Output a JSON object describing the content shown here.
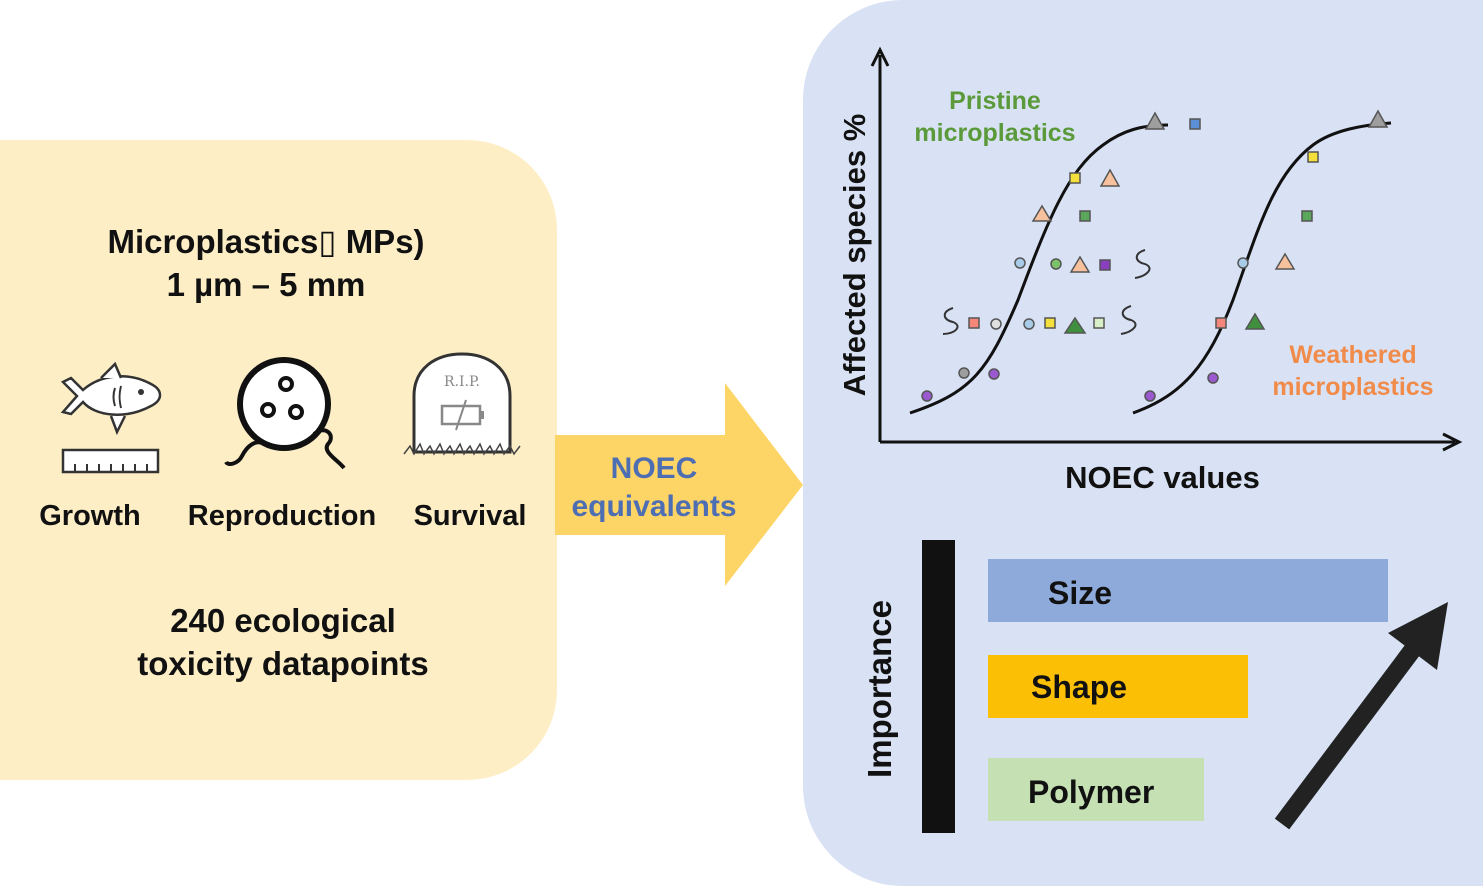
{
  "left": {
    "title_line1": "Microplastics▯ MPs)",
    "title_line2": "1 µm – 5 mm",
    "endpoints": [
      "Growth",
      "Reproduction",
      "Survival"
    ],
    "tombstone_text": "R.I.P.",
    "footer_line1": "240 ecological",
    "footer_line2": "toxicity datapoints"
  },
  "arrow": {
    "line1": "NOEC",
    "line2": "equivalents"
  },
  "chart": {
    "xlabel": "NOEC values",
    "ylabel": "Affected species %",
    "pristine_line1": "Pristine",
    "pristine_line2": "microplastics",
    "weathered_line1": "Weathered",
    "weathered_line2": "microplastics"
  },
  "importance": {
    "label": "Importance",
    "bars": [
      {
        "label": "Size",
        "color": "#8eaadb"
      },
      {
        "label": "Shape",
        "color": "#fbbf06"
      },
      {
        "label": "Polymer",
        "color": "#c5e0b3"
      }
    ]
  },
  "colors": {
    "left_panel": "#fdeec6",
    "right_panel": "#d9e2f4",
    "arrow": "#fdd466",
    "arrow_text": "#4e6eb4",
    "pristine": "#5b9a3a",
    "weathered": "#f08b4a"
  }
}
